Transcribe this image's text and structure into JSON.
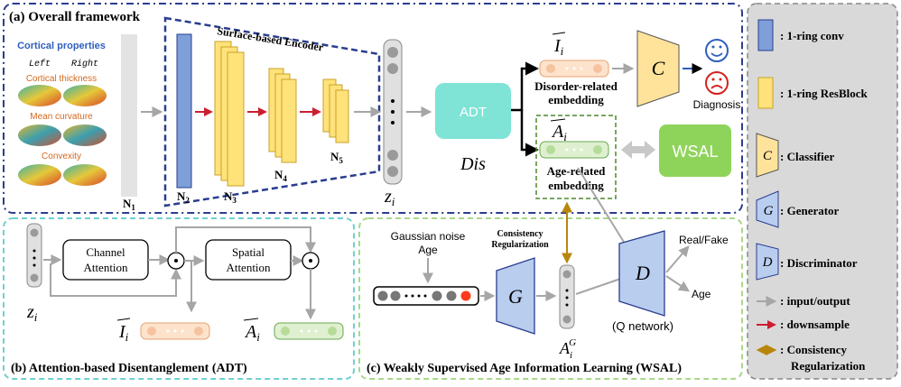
{
  "panel_a": {
    "title": "(a) Overall framework",
    "cortical": {
      "heading": "Cortical properties",
      "left": "Left",
      "right": "Right",
      "props": [
        "Cortical thickness",
        "Mean curvature",
        "Convexity"
      ]
    },
    "encoder_label": "Surface-based Encoder",
    "layers": [
      "N",
      "N",
      "N",
      "N",
      "N"
    ],
    "layer_subs": [
      "1",
      "2",
      "3",
      "4",
      "5"
    ],
    "z_label": "z",
    "z_sub": "i",
    "adt_label": "ADT",
    "dis_label": "Dis",
    "I_label": "I",
    "I_sub": "i",
    "disorder_embedding": [
      "Disorder-related",
      "embedding"
    ],
    "A_label": "A",
    "A_sub": "i",
    "age_embedding": [
      "Age-related",
      "embedding"
    ],
    "classifier_label": "C",
    "diagnosis_label": "Diagnosis",
    "wsal_label": "WSAL"
  },
  "panel_b": {
    "title": "(b) Attention-based Disentanglement (ADT)",
    "channel_attention": [
      "Channel",
      "Attention"
    ],
    "spatial_attention": [
      "Spatial",
      "Attention"
    ],
    "odot": "⊙",
    "z_label": "z",
    "z_sub": "i",
    "I_label": "I",
    "I_sub": "i",
    "A_label": "A",
    "A_sub": "i"
  },
  "panel_c": {
    "title": "(c) Weakly Supervised Age Information Learning (WSAL)",
    "noise_label": [
      "Gaussian noise",
      "Age"
    ],
    "consistency_label": [
      "Consistency",
      "Regularization"
    ],
    "generator_label": "G",
    "discriminator_label": "D",
    "q_network_label": "(Q network)",
    "real_fake_label": "Real/Fake",
    "age_label": "Age",
    "AG_label": "A",
    "AG_sub": "i",
    "AG_sup": "G"
  },
  "legend": {
    "items": [
      {
        "symbol": "",
        "label": ": 1-ring conv"
      },
      {
        "symbol": "",
        "label": ": 1-ring ResBlock"
      },
      {
        "symbol": "C",
        "label": ": Classifier"
      },
      {
        "symbol": "G",
        "label": ": Generator"
      },
      {
        "symbol": "D",
        "label": ": Discriminator"
      },
      {
        "symbol": "",
        "label": ": input/output"
      },
      {
        "symbol": "",
        "label": ": downsample"
      },
      {
        "symbol": "",
        "label": ": Consistency"
      },
      {
        "symbol": "",
        "label": "Regularization"
      }
    ]
  },
  "colors": {
    "conv_blue": "#7f9fd9",
    "resblock_yellow": "#ffe27a",
    "adt_teal": "#7fe3d6",
    "wsal_green": "#8fd45a",
    "classifier_yellow": "#ffe39a",
    "gen_blue": "#b9cdef",
    "panel_a_border": "#2a3d8f",
    "panel_b_border": "#6fd0d0",
    "panel_c_border": "#a8d88a",
    "legend_bg": "#d9d9d9",
    "red_arrow": "#cc1f2f",
    "gray_arrow": "#a6a6a6",
    "gold": "#b8860b",
    "smiley_blue": "#2f5fbf",
    "sad_red": "#d62020"
  }
}
